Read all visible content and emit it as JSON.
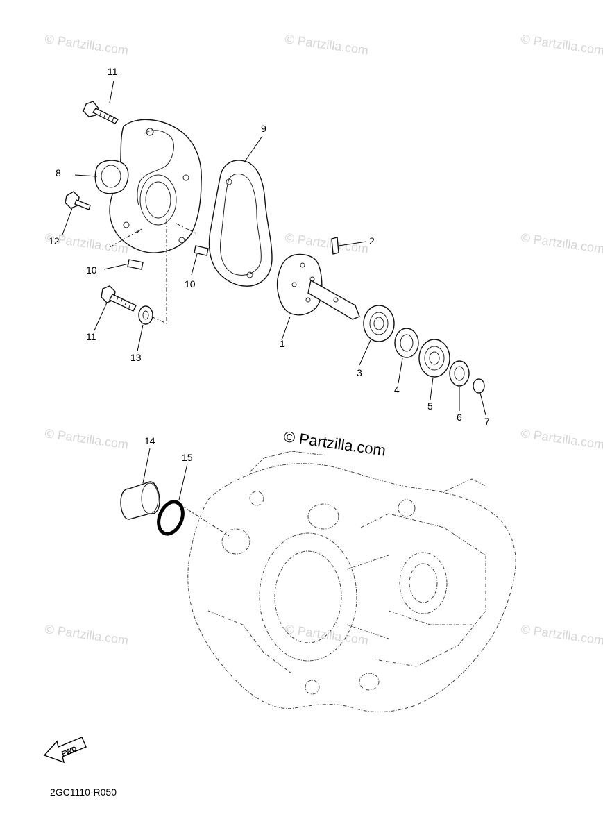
{
  "watermark": {
    "text": "© Partzilla.com",
    "main_text": "© Partzilla.com"
  },
  "callouts": {
    "c1": "1",
    "c2": "2",
    "c3": "3",
    "c4": "4",
    "c5": "5",
    "c6": "6",
    "c7": "7",
    "c8": "8",
    "c9": "9",
    "c10a": "10",
    "c10b": "10",
    "c11a": "11",
    "c11b": "11",
    "c12": "12",
    "c13": "13",
    "c14": "14",
    "c15": "15"
  },
  "fwd_label": "FWD",
  "diagram_code": "2GC1110-R050"
}
